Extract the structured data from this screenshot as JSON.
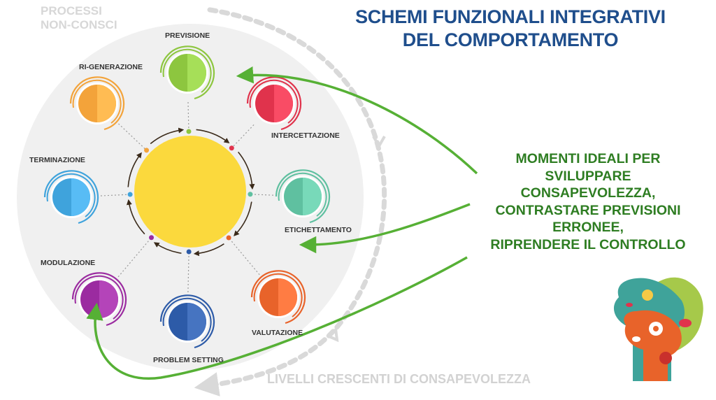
{
  "title": {
    "line1": "SCHEMI FUNZIONALI INTEGRATIVI",
    "line2": "DEL COMPORTAMENTO"
  },
  "corner": {
    "line1": "PROCESSI",
    "line2": "NON-CONSCI"
  },
  "axis_label": "LIVELLI CRESCENTI DI CONSAPEVOLEZZA",
  "ideal_moments": [
    "MOMENTI IDEALI PER",
    "SVILUPPARE",
    "CONSAPEVOLEZZA,",
    "CONTRASTARE PREVISIONI",
    "ERRONEE,",
    "RIPRENDERE IL CONTROLLO"
  ],
  "nodes": [
    {
      "key": "previsione",
      "label": "PREVISIONE",
      "color": "#8dc63f"
    },
    {
      "key": "intercettazione",
      "label": "INTERCETTAZIONE",
      "color": "#e0334c"
    },
    {
      "key": "etichettamento",
      "label": "ETICHETTAMENTO",
      "color": "#5fc0a0"
    },
    {
      "key": "valutazione",
      "label": "VALUTAZIONE",
      "color": "#e8632a"
    },
    {
      "key": "problem-setting",
      "label": "PROBLEM SETTING",
      "color": "#2d5ba8"
    },
    {
      "key": "modulazione",
      "label": "MODULAZIONE",
      "color": "#9b2ba0"
    },
    {
      "key": "terminazione",
      "label": "TERMINAZIONE",
      "color": "#3fa3dc"
    },
    {
      "key": "ri-generazione",
      "label": "RI-GENERAZIONE",
      "color": "#f3a33a"
    }
  ],
  "colors": {
    "title": "#1f4e8c",
    "highlight_text": "#2e7d22",
    "highlight_arrow": "#56b035",
    "center": "#fbd93d",
    "background_disc": "#f0f0f0",
    "flow_arrow": "#d9d9d9",
    "faded_text": "#d5d5d5"
  }
}
